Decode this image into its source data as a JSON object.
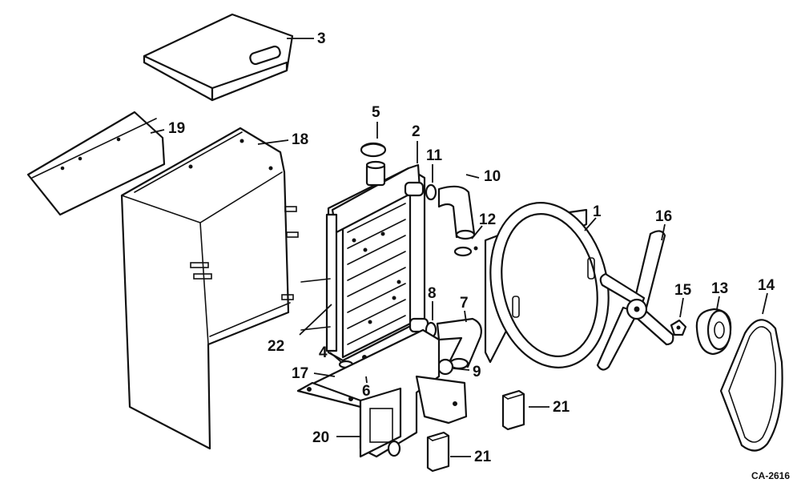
{
  "figure_code": "CA-2616",
  "callouts": {
    "c1": "1",
    "c2": "2",
    "c3": "3",
    "c4": "4",
    "c5": "5",
    "c6": "6",
    "c7": "7",
    "c8": "8",
    "c9": "9",
    "c10": "10",
    "c11": "11",
    "c12": "12",
    "c13": "13",
    "c14": "14",
    "c15": "15",
    "c16": "16",
    "c17": "17",
    "c18": "18",
    "c19": "19",
    "c20": "20",
    "c21a": "21",
    "c21b": "21",
    "c22": "22"
  }
}
